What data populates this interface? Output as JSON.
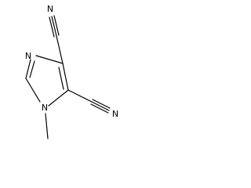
{
  "molecule": {
    "atoms": {
      "ring_n1": "N",
      "ring_n3": "N",
      "nitrile_top_n": "N",
      "nitrile_right_n": "N"
    },
    "colors": {
      "bond": "#000000",
      "background": "#ffffff"
    }
  }
}
